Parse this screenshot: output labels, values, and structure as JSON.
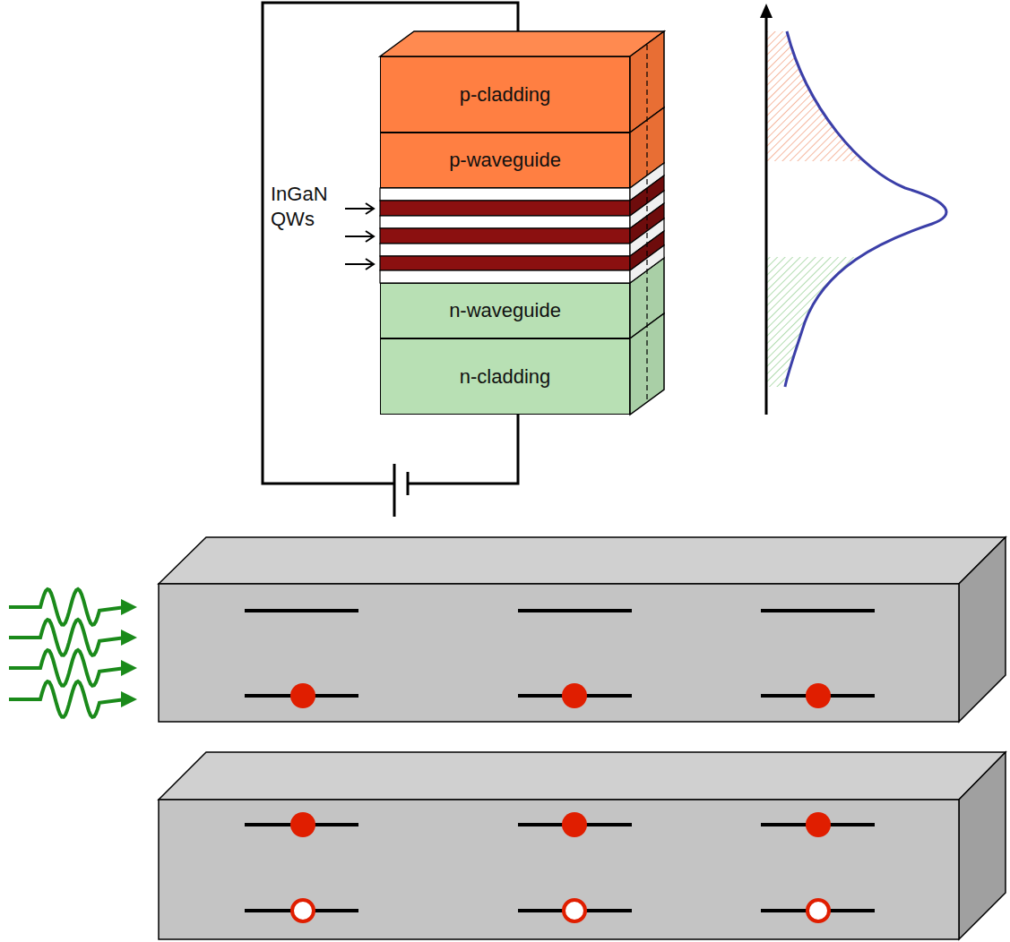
{
  "diagram": {
    "nodes": [
      {
        "text": [
          "p-cladding"
        ]
      },
      {
        "text": [
          "p-waveguide"
        ]
      },
      {
        "text": [
          "n-waveguide"
        ]
      },
      {
        "text": [
          "n-cladding"
        ]
      }
    ],
    "labels": [
      "InGaN QWs"
    ]
  }
}
